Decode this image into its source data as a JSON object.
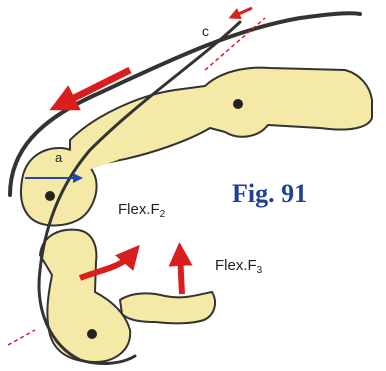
{
  "figure": {
    "title": "Fig. 91",
    "labels": {
      "flexor_f2": "Flex.F",
      "flexor_f2_sub": "2",
      "flexor_f3": "Flex.F",
      "flexor_f3_sub": "3",
      "marker_c": "c",
      "marker_a": "a"
    },
    "colors": {
      "bone_fill": "#f4e9a6",
      "outline": "#333333",
      "arrow": "#d81e1e",
      "title": "#1f3f9a",
      "marker_a_arrow": "#2247b5"
    }
  }
}
